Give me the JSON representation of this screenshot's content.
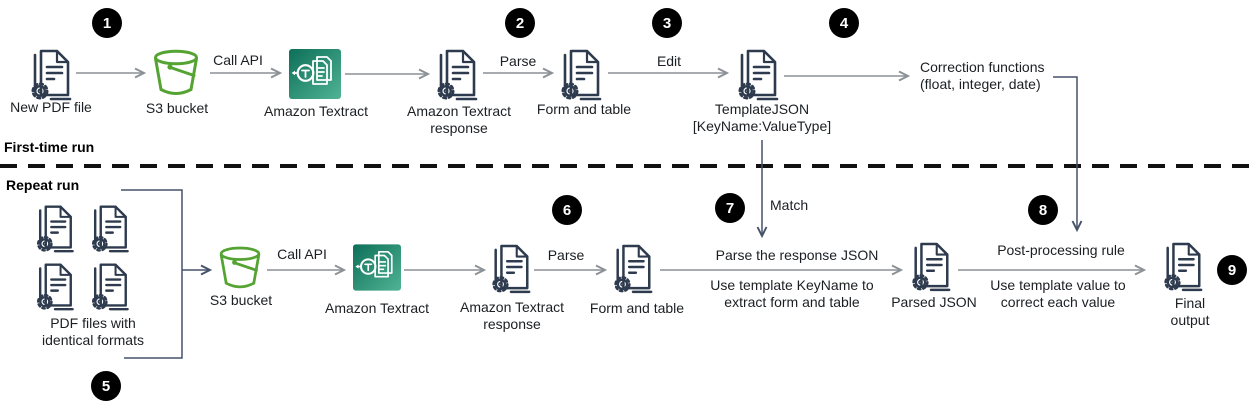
{
  "sections": {
    "first_time_label": "First-time run",
    "repeat_label": "Repeat run"
  },
  "badges": {
    "b1": "1",
    "b2": "2",
    "b3": "3",
    "b4": "4",
    "b5": "5",
    "b6": "6",
    "b7": "7",
    "b8": "8",
    "b9": "9"
  },
  "top": {
    "new_pdf_label": "New PDF file",
    "s3_label": "S3 bucket",
    "call_api_label": "Call API",
    "textract_label": "Amazon Textract",
    "response_label": "Amazon Textract\nresponse",
    "parse_label": "Parse",
    "form_table_label": "Form and table",
    "edit_label": "Edit",
    "template_label": "TemplateJSON\n[KeyName:ValueType]",
    "correction_label": "Correction functions\n(float, integer, date)"
  },
  "bottom": {
    "pdf_files_label": "PDF files with\nidentical formats",
    "s3_label": "S3 bucket",
    "call_api_label": "Call API",
    "textract_label": "Amazon Textract",
    "response_label": "Amazon Textract\nresponse",
    "parse_label": "Parse",
    "form_table_label": "Form and table",
    "match_label": "Match",
    "parse_response_title": "Parse the response JSON",
    "parse_response_sub": "Use template KeyName to\nextract form and table",
    "parsed_json_label": "Parsed JSON",
    "post_processing_title": "Post-processing rule",
    "post_processing_sub": "Use template value to\ncorrect each value",
    "final_output_label": "Final output"
  },
  "colors": {
    "bucket_green": "#55A433",
    "icon_navy": "#2E3B4E",
    "textract_gradient_start": "#0E6F59",
    "textract_gradient_end": "#4FB393",
    "flow_arrow_gray": "#8B9196",
    "connector_dark": "#45526A",
    "dashed_divider": "#111111",
    "badge_background": "#000000",
    "badge_text": "#FFFFFF"
  }
}
